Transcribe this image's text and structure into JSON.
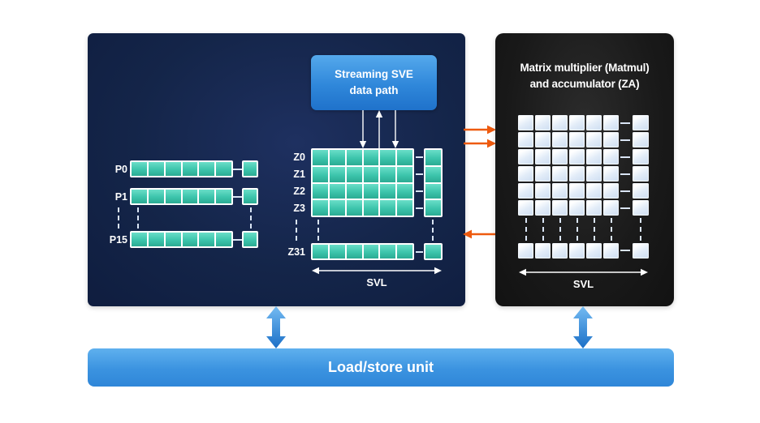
{
  "colors": {
    "navy_panel": "#142549",
    "black_panel": "#191919",
    "teal_cell": "#3cc4ab",
    "za_cell": "#e2ecf8",
    "blue_accent": "#2f87da",
    "orange_arrow": "#ee5a0e",
    "white": "#ffffff"
  },
  "left_panel": {
    "sve_box": {
      "line1": "Streaming SVE",
      "line2": "data path"
    },
    "p_registers": {
      "labels": [
        "P0",
        "P1",
        "P15"
      ],
      "main_cells": 6,
      "extra_cells": 1
    },
    "z_registers": {
      "row_labels": [
        "Z0",
        "Z1",
        "Z2",
        "Z3"
      ],
      "rows": 4,
      "cols": 6,
      "extra_col_cells": 4,
      "last_row_label": "Z31",
      "last_row_cells": 6,
      "last_row_extra_cells": 1
    },
    "svl_label": "SVL"
  },
  "right_panel": {
    "title_line1": "Matrix multiplier (Matmul)",
    "title_line2": "and accumulator (ZA)",
    "za_grid": {
      "rows": 6,
      "cols": 6,
      "extra_col_cells": 6,
      "bottom_row_cells": 6,
      "bottom_row_extra_cells": 1
    },
    "svl_label": "SVL"
  },
  "bottom_bar": {
    "label": "Load/store unit"
  }
}
